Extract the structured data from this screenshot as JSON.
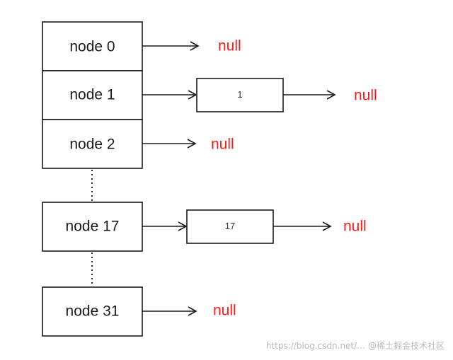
{
  "colors": {
    "stroke": "#1a1a1a",
    "null_text": "#ff1a1a",
    "watermark": "#b8b8b8"
  },
  "nodes": [
    {
      "label": "node 0"
    },
    {
      "label": "node 1"
    },
    {
      "label": "node 2"
    },
    {
      "label": "node 17"
    },
    {
      "label": "node 31"
    }
  ],
  "entries": [
    {
      "label": "1"
    },
    {
      "label": "17"
    }
  ],
  "null_label": "null",
  "watermark": "https://blog.csdn.net/… @稀土掘金技术社区"
}
